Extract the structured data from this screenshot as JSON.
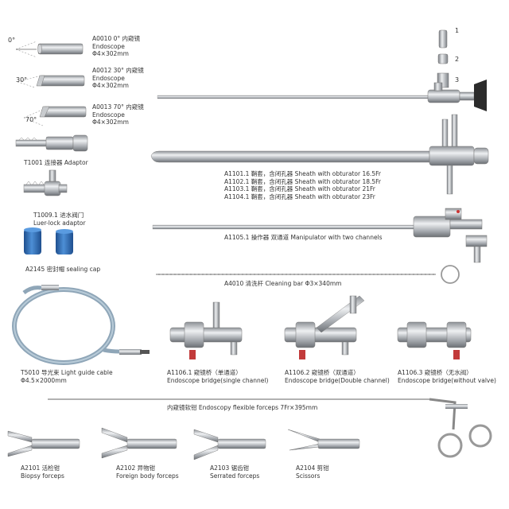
{
  "scopes": [
    {
      "code_title": "A0010  0° 内窥镜",
      "name": "Endoscope",
      "size": "Φ4×302mm",
      "angle": "0°"
    },
    {
      "code_title": "A0012  30° 内窥镜",
      "name": "Endoscope",
      "size": "Φ4×302mm",
      "angle": "30°"
    },
    {
      "code_title": "A0013  70° 内窥镜",
      "name": "Endoscope",
      "size": "Φ4×302mm",
      "angle": "70°"
    }
  ],
  "eyepiece_parts": [
    "1",
    "2",
    "3"
  ],
  "adaptor": {
    "label": "T1001 连接器 Adaptor"
  },
  "luer": {
    "line1": "T1009.1 进水阀门",
    "line2": "Luer-lock adaptor"
  },
  "cap": {
    "label": "A2145 密封帽 sealing cap"
  },
  "sheath_lines": [
    "A1101.1 鞘套，含闭孔器  Sheath with obturator  16.5Fr",
    "A1102.1 鞘套，含闭孔器  Sheath with obturator  18.5Fr",
    "A1103.1 鞘套，含闭孔器  Sheath with obturator  21Fr",
    "A1104.1 鞘套，含闭孔器  Sheath with obturator  23Fr"
  ],
  "manipulator": {
    "label": "A1105.1 操作器 双通道 Manipulator with two channels"
  },
  "cleaning": {
    "label": "A4010 清洗杆 Cleaning bar Φ3×340mm"
  },
  "cable": {
    "line1": "T5010 导光束 Light guide cable",
    "line2": "Φ4.5×2000mm"
  },
  "bridges": [
    {
      "line1": "A1106.1 窥镜桥（单通道）",
      "line2": "Endoscope bridge(single channel)"
    },
    {
      "line1": "A1106.2 窥镜桥（双通道）",
      "line2": "Endoscope bridge(Double channel)"
    },
    {
      "line1": "A1106.3 窥镜桥（无水阀）",
      "line2": "Endoscope bridge(without valve)"
    }
  ],
  "flex_forceps": {
    "label": "内窥镜软钳 Endoscopy flexible forceps 7Fr×395mm"
  },
  "forceps": [
    {
      "code": "A2101 活检钳",
      "name": "Biopsy forceps"
    },
    {
      "code": "A2102 异物钳",
      "name": "Foreign body forceps"
    },
    {
      "code": "A2103 锯齿钳",
      "name": "Serrated forceps"
    },
    {
      "code": "A2104 剪钳",
      "name": "Scissors"
    }
  ],
  "colors": {
    "metal": "#b9bcc0",
    "metal_dark": "#6f7378",
    "cap_blue": "#2f6fb7",
    "cable": "#8fa6b8",
    "background": "#ffffff"
  }
}
